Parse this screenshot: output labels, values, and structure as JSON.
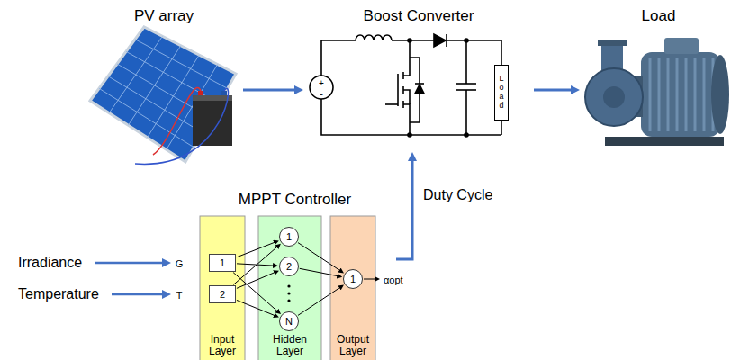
{
  "diagram": {
    "nodes": [
      {
        "text": [
          "PV array"
        ]
      },
      {
        "text": [
          "Boost Converter"
        ]
      },
      {
        "text": [
          "Load"
        ],
        "in": 1
      },
      {
        "text": [
          "Load"
        ]
      },
      {
        "text": [
          "MPPT Controller"
        ]
      },
      {
        "text": [
          "Input Layer"
        ],
        "in": 4
      },
      {
        "text": [
          "1"
        ],
        "in": 5
      },
      {
        "text": [
          "2"
        ],
        "in": 5
      },
      {
        "text": [
          "Hidden Layer"
        ],
        "in": 4
      },
      {
        "text": [
          "1"
        ],
        "in": 8
      },
      {
        "text": [
          "2"
        ],
        "in": 8
      },
      {
        "text": [
          "N"
        ],
        "in": 8
      },
      {
        "text": [
          "Output Layer"
        ],
        "in": 4
      },
      {
        "text": [
          "1"
        ],
        "in": 12
      }
    ],
    "edges": [
      {
        "from": 0,
        "to": 1,
        "arrow": "to"
      },
      {
        "from": 1,
        "to": 3,
        "arrow": "to"
      },
      {
        "from": 4,
        "to": 1,
        "label": "Duty Cycle",
        "arrow": "to"
      },
      {
        "from": 6,
        "to": 9,
        "arrow": "to"
      },
      {
        "from": 6,
        "to": 10,
        "arrow": "to"
      },
      {
        "from": 6,
        "to": 11,
        "arrow": "to"
      },
      {
        "from": 7,
        "to": 9,
        "arrow": "to"
      },
      {
        "from": 7,
        "to": 10,
        "arrow": "to"
      },
      {
        "from": 7,
        "to": 11,
        "arrow": "to"
      },
      {
        "from": 9,
        "to": 13,
        "arrow": "to"
      },
      {
        "from": 10,
        "to": 13,
        "arrow": "to"
      },
      {
        "from": 11,
        "to": 13,
        "arrow": "to"
      }
    ],
    "labels": [
      "+",
      "-",
      "Irradiance",
      "G",
      "Temperature",
      "T",
      "αopt"
    ]
  }
}
